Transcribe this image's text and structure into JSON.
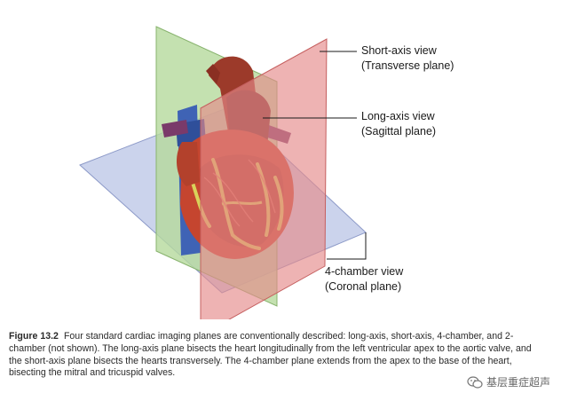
{
  "callouts": {
    "short_axis": {
      "title": "Short-axis view",
      "subtitle": "(Transverse plane)"
    },
    "long_axis": {
      "title": "Long-axis view",
      "subtitle": "(Sagittal plane)"
    },
    "four_chamber": {
      "title": "4-chamber view",
      "subtitle": "(Coronal plane)"
    }
  },
  "caption": {
    "label": "Figure 13.2",
    "text": "Four standard cardiac imaging planes are conventionally described: long-axis, short-axis, 4-chamber, and 2-chamber (not shown). The long-axis plane bisects the heart longitudinally from the left ventricular apex to the aortic valve, and the short-axis plane bisects the hearts transversely. The 4-chamber plane extends from the apex to the base of the heart, bisecting the mitral and tricuspid valves."
  },
  "watermark": {
    "text": "基层重症超声",
    "icon": "wechat-icon"
  },
  "colors": {
    "sagittal_plane": "#b5d99c",
    "transverse_plane": "#e58a8a",
    "coronal_plane": "#b9c4e6",
    "heart_red": "#c5452f",
    "vessel_blue": "#3f63b5",
    "fat_yellow": "#d9d25a"
  }
}
